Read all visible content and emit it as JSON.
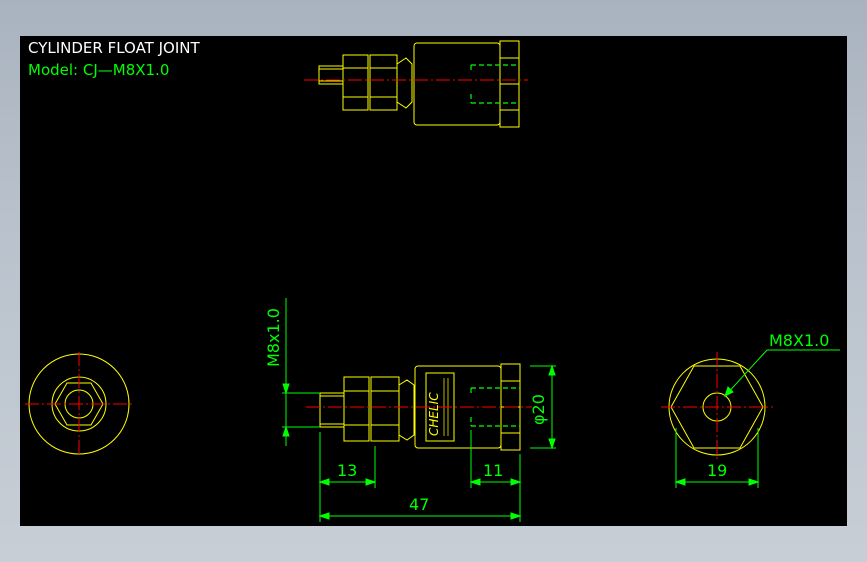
{
  "drawing": {
    "title": "CYLINDER FLOAT JOINT",
    "model": "Model: CJ—M8X1.0",
    "brand_mark": "CHELIC",
    "colors": {
      "background": "#000000",
      "part_outline": "#ffff00",
      "dimension": "#00ff00",
      "centerline": "#ff0000",
      "title_text": "#ffffff",
      "model_text": "#00ff00"
    }
  },
  "dimensions": {
    "thread_vertical": "M8x1.0",
    "diameter": "φ20",
    "len_13": "13",
    "len_11": "11",
    "len_47": "47",
    "across_19": "19",
    "thread_callout": "M8X1.0"
  }
}
